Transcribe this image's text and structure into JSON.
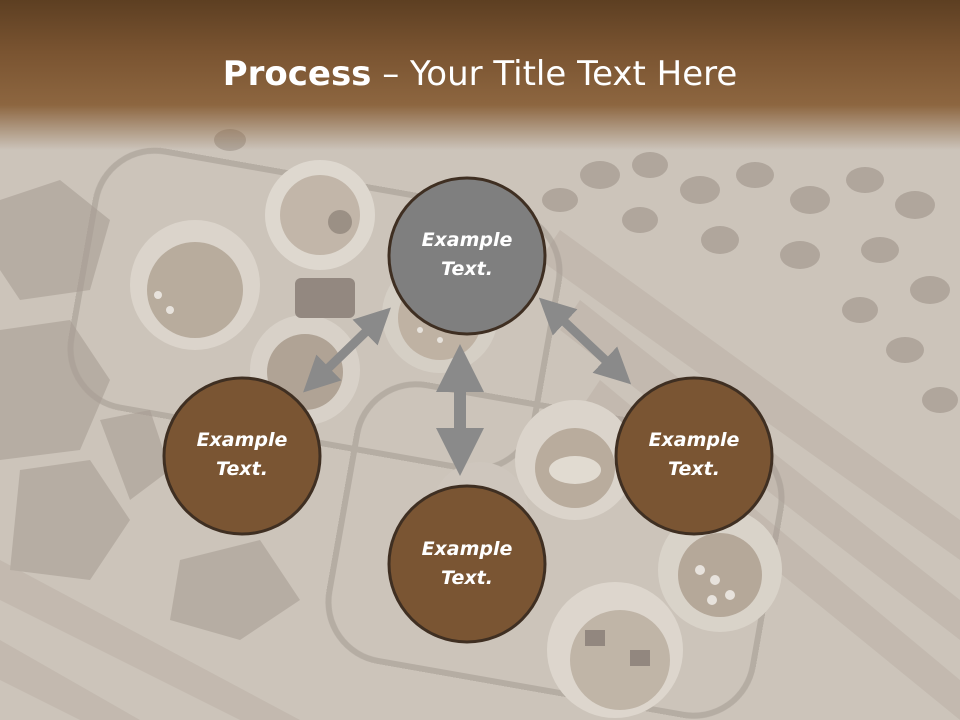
{
  "title": {
    "bold": "Process",
    "rest": " – Your Title Text Here"
  },
  "nodes": {
    "top": {
      "line1": "Example",
      "line2": "Text."
    },
    "left": {
      "line1": "Example",
      "line2": "Text."
    },
    "right": {
      "line1": "Example",
      "line2": "Text."
    },
    "bottom": {
      "line1": "Example",
      "line2": "Text."
    }
  },
  "colors": {
    "header": "#7a5431",
    "node_brown": "#7a5533",
    "node_grey": "#7f7f7f",
    "node_border": "#3f2f22",
    "arrow": "#8a8a8a"
  }
}
